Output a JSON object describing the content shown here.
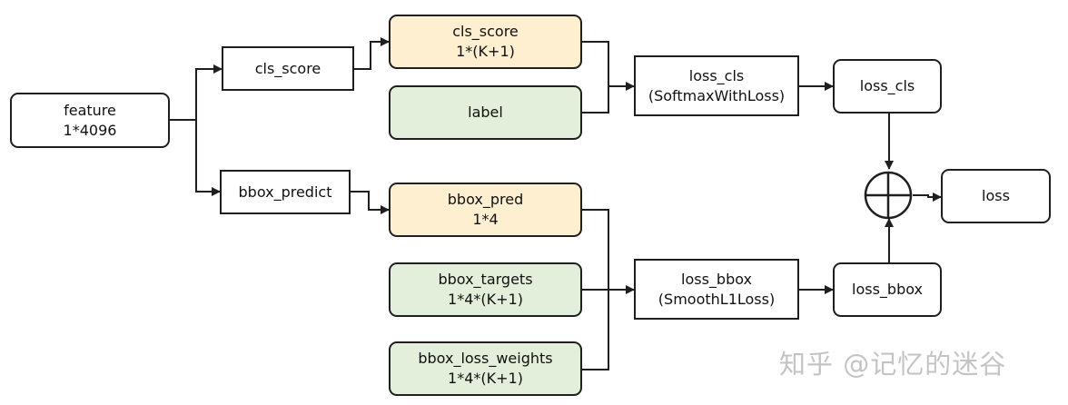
{
  "nodes": {
    "feature": {
      "line1": "feature",
      "line2": "1*4096"
    },
    "cls_score_fc": {
      "line1": "cls_score"
    },
    "bbox_predict_fc": {
      "line1": "bbox_predict"
    },
    "cls_score_out": {
      "line1": "cls_score",
      "line2": "1*(K+1)"
    },
    "label": {
      "line1": "label"
    },
    "bbox_pred_out": {
      "line1": "bbox_pred",
      "line2": "1*4"
    },
    "bbox_targets": {
      "line1": "bbox_targets",
      "line2": "1*4*(K+1)"
    },
    "bbox_loss_weights": {
      "line1": "bbox_loss_weights",
      "line2": "1*4*(K+1)"
    },
    "loss_cls_layer": {
      "line1": "loss_cls",
      "line2": "(SoftmaxWithLoss)"
    },
    "loss_bbox_layer": {
      "line1": "loss_bbox",
      "line2": "(SmoothL1Loss)"
    },
    "loss_cls_out": {
      "line1": "loss_cls"
    },
    "loss_bbox_out": {
      "line1": "loss_bbox"
    },
    "loss_out": {
      "line1": "loss"
    }
  },
  "sum_symbol": "plus-circle",
  "watermark": "知乎 @记忆的迷谷",
  "colors": {
    "stroke": "#1f1f1f",
    "yellow_fill": "#fdefcf",
    "green_fill": "#e3efda",
    "watermark": "#c4c4c4"
  }
}
